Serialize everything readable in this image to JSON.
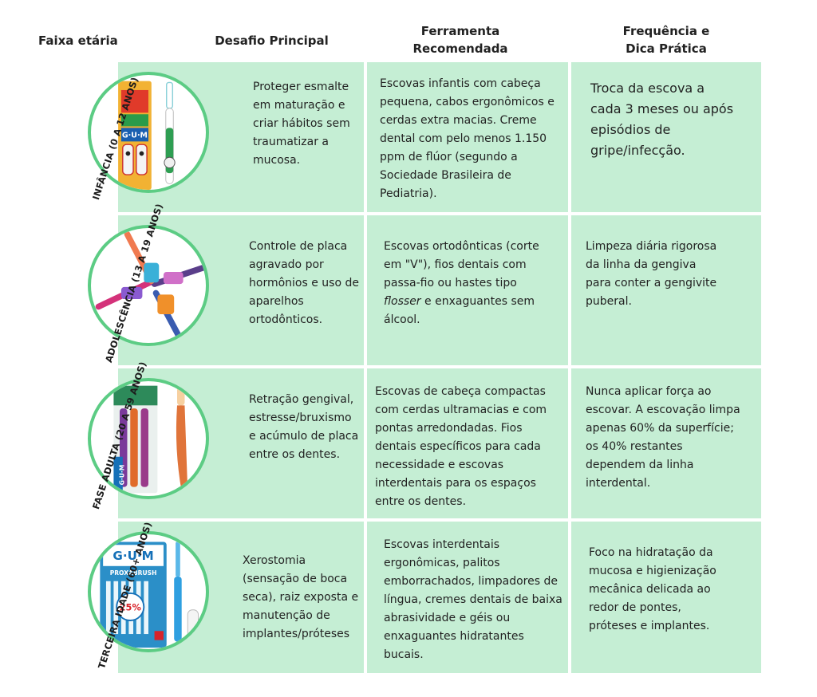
{
  "headers": {
    "age": "Faixa etária",
    "challenge": "Desafio Principal",
    "tool": "Ferramenta\nRecomendada",
    "tip": "Frequência e\nDica Prática"
  },
  "rows": [
    {
      "age_label": "INFÂNCIA (0 A 12 ANOS)",
      "challenge": "Proteger esmalte em maturação e criar hábitos sem traumatizar a mucosa.",
      "tool": "Escovas infantis com cabeça pequena, cabos ergonômicos e cerdas extra macias. Creme dental com pelo menos 1.150 ppm de flúor (segundo a Sociedade Brasileira de Pediatria).",
      "tip": "Troca da escova a cada 3 meses ou após episódios de gripe/infecção.",
      "image_icon": "kids-toothbrush-package-icon",
      "image_text": "G·U·M"
    },
    {
      "age_label": "ADOLESCÊNCIA (13 A 19 ANOS)",
      "challenge": "Controle de placa agravado por hormônios e uso de aparelhos ortodônticos.",
      "tool_parts": {
        "before": "Escovas ortodônticas (corte em \"V\"), fios dentais com passa-fio ou hastes tipo ",
        "italic": "flosser",
        "after": " e enxaguantes sem álcool."
      },
      "tip": "Limpeza diária rigorosa da linha da gengiva para conter a gengivite puberal.",
      "image_icon": "crossed-toothbrushes-icon"
    },
    {
      "age_label": "FASE ADULTA (20 A 59 ANOS)",
      "challenge": "Retração gengival, estresse/bruxismo e acúmulo de placa entre os dentes.",
      "tool": "Escovas de cabeça compactas com cerdas ultramacias e com pontas arredondadas. Fios dentais específicos para cada necessidade e escovas interdentais para os espaços entre os dentes.",
      "tip": "Nunca aplicar força ao escovar. A escovação limpa apenas 60% da superfície; os 40% restantes dependem da linha interdental.",
      "image_icon": "adult-toothbrush-package-icon",
      "image_text": "G·U·M"
    },
    {
      "age_label": "TERCEIRA IDADE (60+ ANOS)",
      "challenge": "Xerostomia (sensação de boca seca), raiz exposta e manutenção de implantes/próteses",
      "tool": "Escovas interdentais ergonômicas, palitos emborrachados, limpadores de língua, cremes dentais de baixa abrasividade e géis ou enxaguantes hidratantes bucais.",
      "tip": "Foco na hidratação da mucosa e higienização mecânica delicada ao redor de pontes, próteses e implantes.",
      "image_icon": "interdental-brush-package-icon",
      "image_text": "G·U·M",
      "image_subtext": "PROXABRUSH",
      "image_badge": "25%"
    }
  ],
  "colors": {
    "cell_bg": "#c5eed4",
    "circle_border": "#5ccc84",
    "gum_blue": "#1570b8",
    "gum_red": "#d8232a"
  }
}
